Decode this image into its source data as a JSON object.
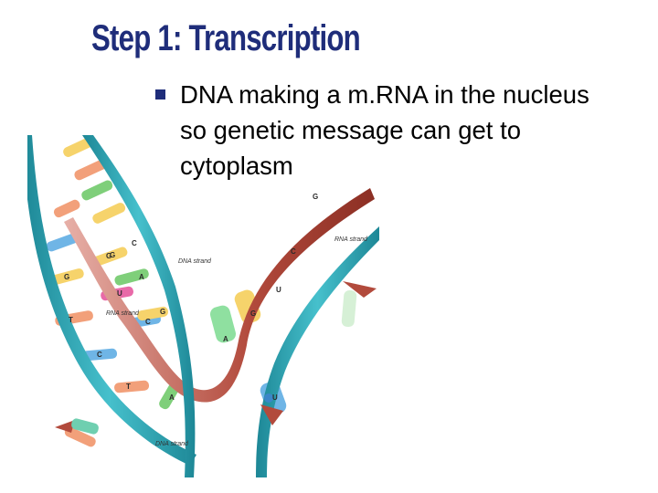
{
  "slide": {
    "title": "Step 1: Transcription",
    "bullet_text": "DNA making a m.RNA in the nucleus so genetic message can get to cytoplasm"
  },
  "colors": {
    "title": "#1f2d7a",
    "bullet": "#1f2d7a",
    "dna_strand": "#2aa3b3",
    "rna_strand": "#b24a3c"
  },
  "diagram": {
    "labels": {
      "dna_strand_1": "DNA strand",
      "rna_strand_1": "RNA strand",
      "rna_strand_2": "RNA strand",
      "dna_strand_2": "DNA strand"
    },
    "bases": [
      "G",
      "C",
      "G",
      "A",
      "U",
      "G",
      "T",
      "C",
      "A",
      "G",
      "C",
      "G",
      "U",
      "A",
      "U",
      "G",
      "T",
      "C"
    ]
  }
}
